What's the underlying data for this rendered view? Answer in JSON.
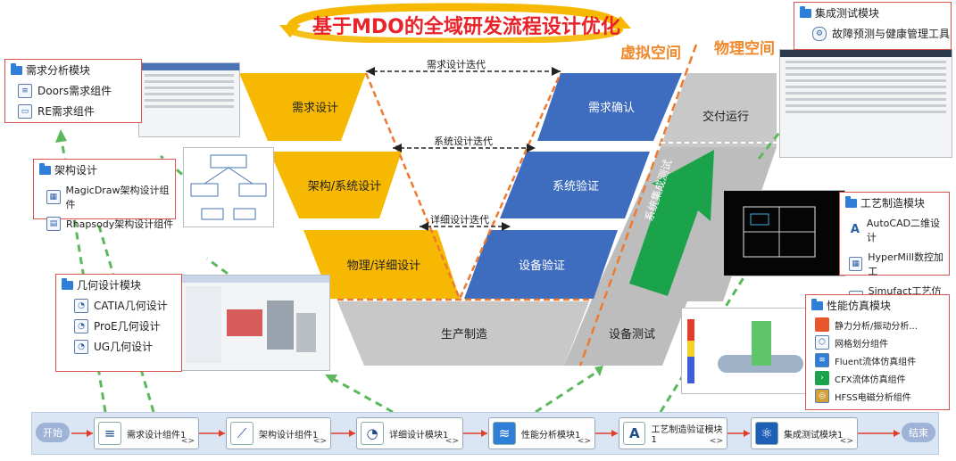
{
  "title": "基于MDO的全域研发流程设计优化",
  "virtual_space": "虚拟空间",
  "physical_space": "物理空间",
  "v_left": [
    "需求设计",
    "架构/系统设计",
    "物理/详细设计"
  ],
  "v_right": [
    "需求确认",
    "系统验证",
    "设备验证"
  ],
  "bottom_left": "生产制造",
  "bottom_right": "设备测试",
  "delivery": "交付运行",
  "system_test": "系统集成测试",
  "iterations": [
    "需求设计迭代",
    "系统设计迭代",
    "详细设计迭代"
  ],
  "modules": {
    "req": {
      "title": "需求分析模块",
      "items": [
        "Doors需求组件",
        "RE需求组件"
      ]
    },
    "arch": {
      "title": "架构设计",
      "items": [
        "MagicDraw架构设计组件",
        "Rhapsody架构设计组件"
      ]
    },
    "geo": {
      "title": "几何设计模块",
      "items": [
        "CATIA几何设计",
        "ProE几何设计",
        "UG几何设计"
      ]
    },
    "integ": {
      "title": "集成测试模块",
      "items": [
        "故障预测与健康管理工具"
      ]
    },
    "proc": {
      "title": "工艺制造模块",
      "items": [
        "AutoCAD二维设计",
        "HyperMill数控加工",
        "Simufact工艺仿真"
      ]
    },
    "perf": {
      "title": "性能仿真模块",
      "items": [
        "静力分析/振动分析...",
        "网格划分组件",
        "Fluent流体仿真组件",
        "CFX流体仿真组件",
        "HFSS电磁分析组件"
      ]
    }
  },
  "pipeline": {
    "start": "开始",
    "end": "结束",
    "nodes": [
      "需求设计组件1",
      "架构设计组件1",
      "详细设计模块1",
      "性能分析模块1",
      "工艺制造验证模块1",
      "集成测试模块1"
    ],
    "code": "<>"
  }
}
